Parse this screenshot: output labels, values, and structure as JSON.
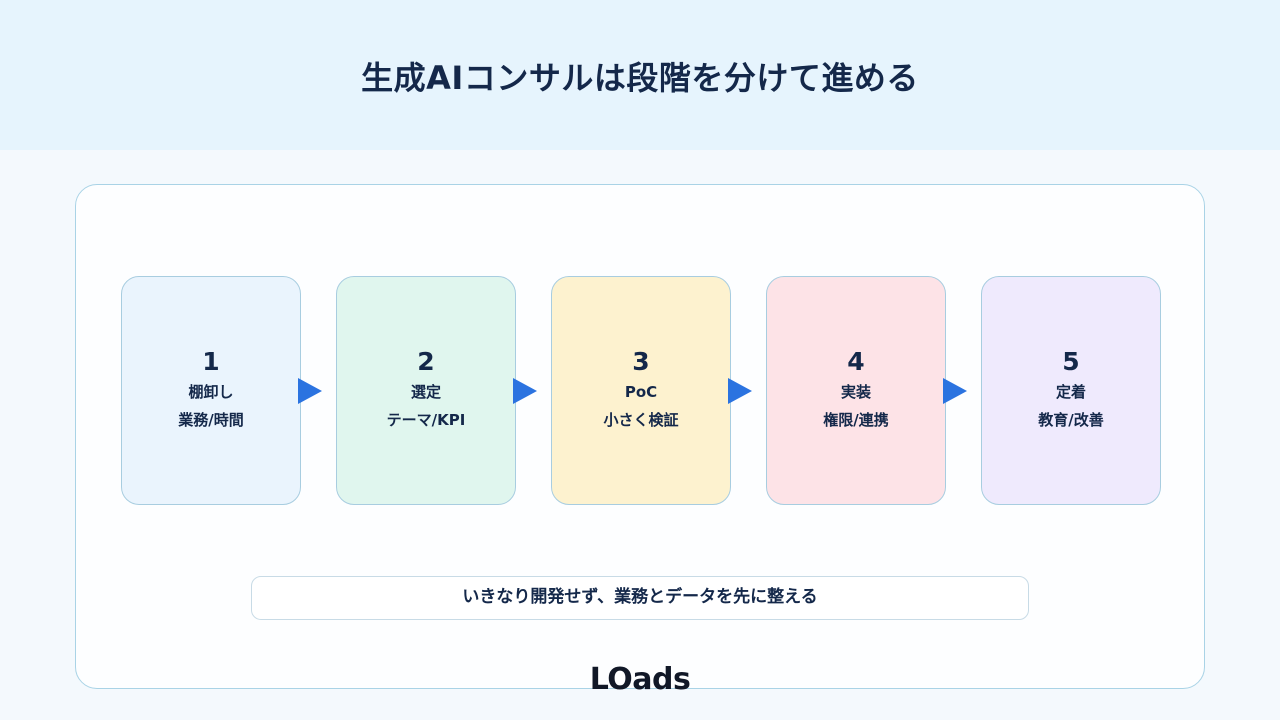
{
  "title": "生成AIコンサルは段階を分けて進める",
  "steps": [
    {
      "number": "1",
      "line1": "棚卸し",
      "line2": "業務/時間",
      "color": "#eaf4fd"
    },
    {
      "number": "2",
      "line1": "選定",
      "line2": "テーマ/KPI",
      "color": "#e0f6ee"
    },
    {
      "number": "3",
      "line1": "PoC",
      "line2": "小さく検証",
      "color": "#fdf2cf"
    },
    {
      "number": "4",
      "line1": "実装",
      "line2": "権限/連携",
      "color": "#fde3e7"
    },
    {
      "number": "5",
      "line1": "定着",
      "line2": "教育/改善",
      "color": "#efeafd"
    }
  ],
  "arrow_color": "#2b73e0",
  "note": "いきなり開発せず、業務とデータを先に整える",
  "logo": "LOads"
}
